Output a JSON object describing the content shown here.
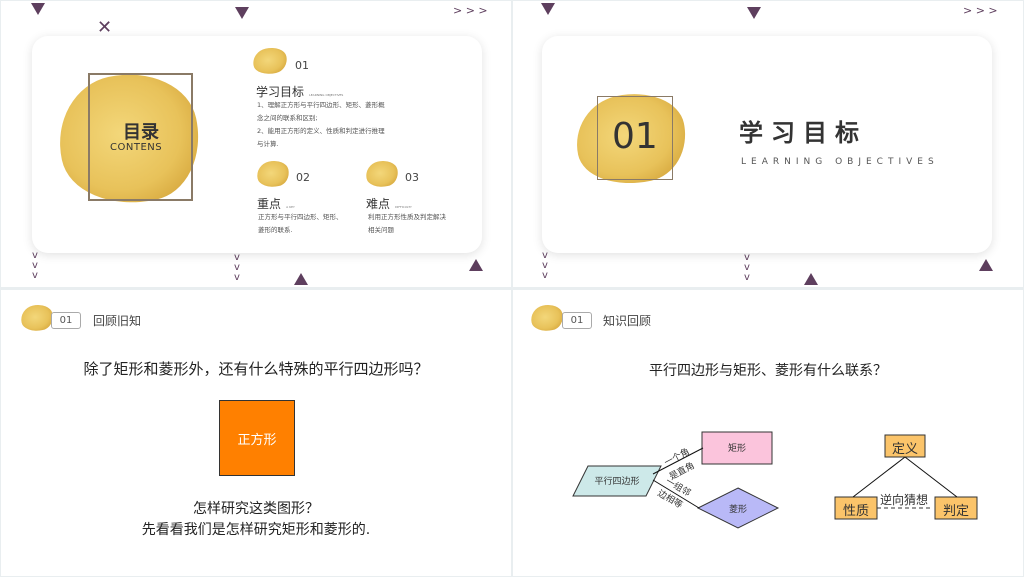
{
  "slide1": {
    "title": "目录",
    "subtitle": "CONTENS",
    "items": [
      {
        "num": "01",
        "title": "学习目标",
        "en": "LEARNING OBJECTIVES",
        "lines": [
          "1、理解正方形与平行四边形、矩形、菱形概",
          "念之间的联系和区别;",
          "2、能用正方形的定义、性质和判定进行推理",
          "与计算."
        ]
      },
      {
        "num": "02",
        "title": "重点",
        "en": "A KEY",
        "lines": [
          "正方形与平行四边形、矩形、",
          "菱形的联系."
        ]
      },
      {
        "num": "03",
        "title": "难点",
        "en": "DIFFICULTY",
        "lines": [
          "利用正方形性质及判定解决",
          "相关问题"
        ]
      }
    ]
  },
  "slide2": {
    "num": "01",
    "title": "学习目标",
    "en": "LEARNING OBJECTIVES"
  },
  "slide3": {
    "badge": "01",
    "heading": "回顾旧知",
    "question": "除了矩形和菱形外，还有什么特殊的平行四边形吗？",
    "square_label": "正方形",
    "line1": "怎样研究这类图形？",
    "line2": "先看看我们是怎样研究矩形和菱形的."
  },
  "slide4": {
    "badge": "01",
    "heading": "知识回顾",
    "question": "平行四边形与矩形、菱形有什么联系？",
    "diagram": {
      "parallelogram": "平行四边形",
      "rectangle": "矩形",
      "rhombus": "菱形",
      "edge1a": "一个角",
      "edge1b": "是直角",
      "edge2a": "一组邻",
      "edge2b": "边相等"
    },
    "triangle": {
      "top": "定义",
      "left": "性质",
      "right": "判定",
      "edge": "逆向猜想"
    }
  },
  "colors": {
    "accent": "#5e3f5e",
    "gold": "#e8c25a",
    "orange": "#ff8000"
  }
}
